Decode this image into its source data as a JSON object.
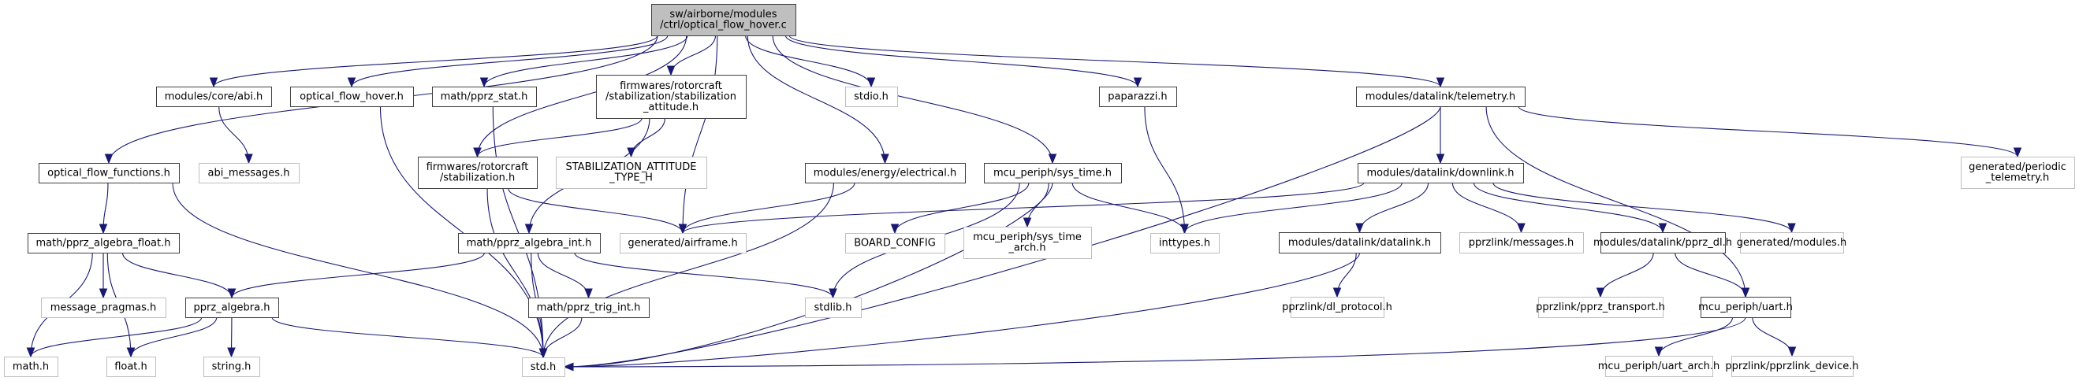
{
  "title": "sw/airborne/modules/ctrl/optical_flow_hover.c include dependency graph",
  "colors": {
    "edge": "#191970",
    "root_fill": "#bfbfbf",
    "local_border": "#404040",
    "system_border": "#bfbfbf"
  },
  "nodes": [
    {
      "id": "root",
      "kind": "root",
      "lines": [
        "sw/airborne/modules",
        "/ctrl/optical_flow_hover.c"
      ]
    },
    {
      "id": "abi",
      "kind": "local",
      "lines": [
        "modules/core/abi.h"
      ]
    },
    {
      "id": "ofhover",
      "kind": "local",
      "lines": [
        "optical_flow_hover.h"
      ]
    },
    {
      "id": "pprzstat",
      "kind": "local",
      "lines": [
        "math/pprz_stat.h"
      ]
    },
    {
      "id": "stabatt",
      "kind": "local",
      "lines": [
        "firmwares/rotorcraft",
        "/stabilization/stabilization",
        "_attitude.h"
      ]
    },
    {
      "id": "stdio",
      "kind": "system",
      "lines": [
        "stdio.h"
      ]
    },
    {
      "id": "paparazzi",
      "kind": "local",
      "lines": [
        "paparazzi.h"
      ]
    },
    {
      "id": "telemetry",
      "kind": "local",
      "lines": [
        "modules/datalink/telemetry.h"
      ]
    },
    {
      "id": "offunc",
      "kind": "local",
      "lines": [
        "optical_flow_functions.h"
      ]
    },
    {
      "id": "abimsg",
      "kind": "system",
      "lines": [
        "abi_messages.h"
      ]
    },
    {
      "id": "stab",
      "kind": "local",
      "lines": [
        "firmwares/rotorcraft",
        "/stabilization.h"
      ]
    },
    {
      "id": "stabtype",
      "kind": "system",
      "lines": [
        "STABILIZATION_ATTITUDE",
        "_TYPE_H"
      ]
    },
    {
      "id": "electrical",
      "kind": "local",
      "lines": [
        "modules/energy/electrical.h"
      ]
    },
    {
      "id": "systime",
      "kind": "local",
      "lines": [
        "mcu_periph/sys_time.h"
      ]
    },
    {
      "id": "downlink",
      "kind": "local",
      "lines": [
        "modules/datalink/downlink.h"
      ]
    },
    {
      "id": "periodic",
      "kind": "system",
      "lines": [
        "generated/periodic",
        "_telemetry.h"
      ]
    },
    {
      "id": "algfloat",
      "kind": "local",
      "lines": [
        "math/pprz_algebra_float.h"
      ]
    },
    {
      "id": "algint",
      "kind": "local",
      "lines": [
        "math/pprz_algebra_int.h"
      ]
    },
    {
      "id": "airframe",
      "kind": "system",
      "lines": [
        "generated/airframe.h"
      ]
    },
    {
      "id": "boardcfg",
      "kind": "system",
      "lines": [
        "BOARD_CONFIG"
      ]
    },
    {
      "id": "systimearch",
      "kind": "system",
      "lines": [
        "mcu_periph/sys_time",
        "_arch.h"
      ]
    },
    {
      "id": "inttypes",
      "kind": "system",
      "lines": [
        "inttypes.h"
      ]
    },
    {
      "id": "datalink",
      "kind": "local",
      "lines": [
        "modules/datalink/datalink.h"
      ]
    },
    {
      "id": "messages",
      "kind": "system",
      "lines": [
        "pprzlink/messages.h"
      ]
    },
    {
      "id": "pprzdl",
      "kind": "local",
      "lines": [
        "modules/datalink/pprz_dl.h"
      ]
    },
    {
      "id": "genmodules",
      "kind": "system",
      "lines": [
        "generated/modules.h"
      ]
    },
    {
      "id": "msgpragmas",
      "kind": "system",
      "lines": [
        "message_pragmas.h"
      ]
    },
    {
      "id": "pprzalg",
      "kind": "local",
      "lines": [
        "pprz_algebra.h"
      ]
    },
    {
      "id": "trigint",
      "kind": "local",
      "lines": [
        "math/pprz_trig_int.h"
      ]
    },
    {
      "id": "stdlib",
      "kind": "system",
      "lines": [
        "stdlib.h"
      ]
    },
    {
      "id": "dlproto",
      "kind": "system",
      "lines": [
        "pprzlink/dl_protocol.h"
      ]
    },
    {
      "id": "pprztransport",
      "kind": "system",
      "lines": [
        "pprzlink/pprz_transport.h"
      ]
    },
    {
      "id": "uart",
      "kind": "local",
      "lines": [
        "mcu_periph/uart.h"
      ]
    },
    {
      "id": "math",
      "kind": "system",
      "lines": [
        "math.h"
      ]
    },
    {
      "id": "float",
      "kind": "system",
      "lines": [
        "float.h"
      ]
    },
    {
      "id": "string",
      "kind": "system",
      "lines": [
        "string.h"
      ]
    },
    {
      "id": "std",
      "kind": "system",
      "lines": [
        "std.h"
      ]
    },
    {
      "id": "uartarch",
      "kind": "system",
      "lines": [
        "mcu_periph/uart_arch.h"
      ]
    },
    {
      "id": "pprzlinkdev",
      "kind": "system",
      "lines": [
        "pprzlink/pprzlink_device.h"
      ]
    }
  ],
  "edges": [
    [
      "root",
      "offunc"
    ],
    [
      "root",
      "abi"
    ],
    [
      "root",
      "ofhover"
    ],
    [
      "root",
      "pprzstat"
    ],
    [
      "root",
      "stab"
    ],
    [
      "root",
      "stabatt"
    ],
    [
      "root",
      "airframe"
    ],
    [
      "root",
      "stdio"
    ],
    [
      "root",
      "electrical"
    ],
    [
      "root",
      "systime"
    ],
    [
      "root",
      "paparazzi"
    ],
    [
      "root",
      "telemetry"
    ],
    [
      "abi",
      "abimsg"
    ],
    [
      "ofhover",
      "std"
    ],
    [
      "pprzstat",
      "std"
    ],
    [
      "stabatt",
      "stab"
    ],
    [
      "stabatt",
      "stabtype"
    ],
    [
      "stabatt",
      "algint"
    ],
    [
      "offunc",
      "algfloat"
    ],
    [
      "offunc",
      "std"
    ],
    [
      "stab",
      "airframe"
    ],
    [
      "stab",
      "std"
    ],
    [
      "electrical",
      "airframe"
    ],
    [
      "electrical",
      "std"
    ],
    [
      "systime",
      "boardcfg"
    ],
    [
      "systime",
      "systimearch"
    ],
    [
      "systime",
      "inttypes"
    ],
    [
      "systime",
      "stdlib"
    ],
    [
      "systime",
      "std"
    ],
    [
      "paparazzi",
      "inttypes"
    ],
    [
      "telemetry",
      "downlink"
    ],
    [
      "telemetry",
      "periodic"
    ],
    [
      "telemetry",
      "std"
    ],
    [
      "telemetry",
      "uart"
    ],
    [
      "downlink",
      "airframe"
    ],
    [
      "downlink",
      "inttypes"
    ],
    [
      "downlink",
      "datalink"
    ],
    [
      "downlink",
      "messages"
    ],
    [
      "downlink",
      "pprzdl"
    ],
    [
      "downlink",
      "genmodules"
    ],
    [
      "algfloat",
      "math"
    ],
    [
      "algfloat",
      "float"
    ],
    [
      "algfloat",
      "msgpragmas"
    ],
    [
      "algfloat",
      "pprzalg"
    ],
    [
      "algint",
      "pprzalg"
    ],
    [
      "algint",
      "trigint"
    ],
    [
      "algint",
      "stdlib"
    ],
    [
      "algint",
      "std"
    ],
    [
      "pprzalg",
      "math"
    ],
    [
      "pprzalg",
      "float"
    ],
    [
      "pprzalg",
      "string"
    ],
    [
      "pprzalg",
      "std"
    ],
    [
      "trigint",
      "std"
    ],
    [
      "datalink",
      "dlproto"
    ],
    [
      "datalink",
      "std"
    ],
    [
      "pprzdl",
      "pprztransport"
    ],
    [
      "pprzdl",
      "uart"
    ],
    [
      "uart",
      "std"
    ],
    [
      "uart",
      "uartarch"
    ],
    [
      "uart",
      "pprzlinkdev"
    ]
  ]
}
